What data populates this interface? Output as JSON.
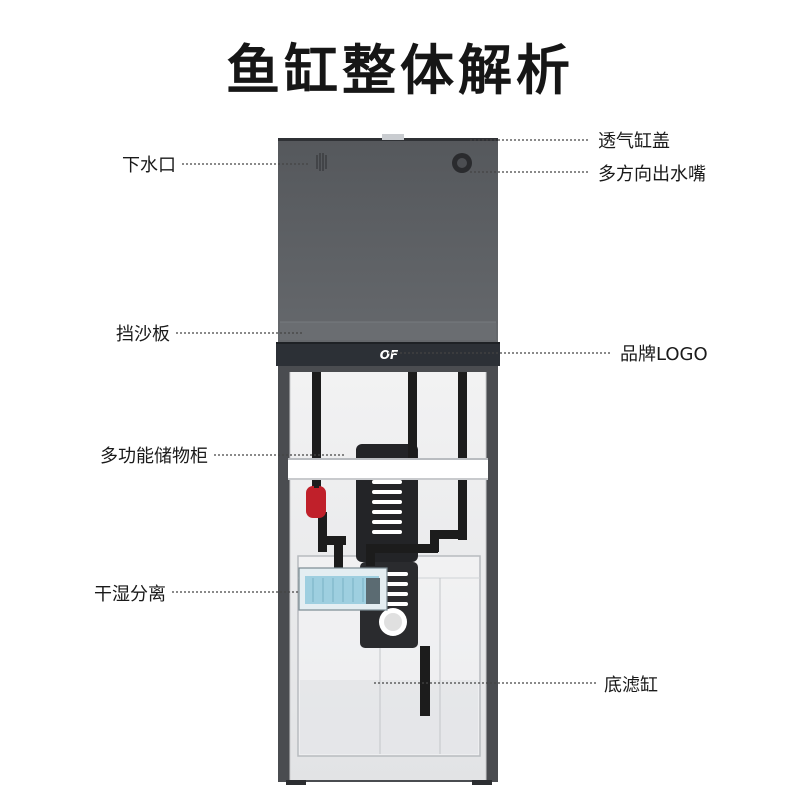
{
  "title": "鱼缸整体解析",
  "callouts": {
    "drain": "下水口",
    "lid": "透气缸盖",
    "nozzle": "多方向出水嘴",
    "sand_guard": "挡沙板",
    "logo": "品牌LOGO",
    "storage": "多功能储物柜",
    "separator": "干湿分离",
    "sump": "底滤缸"
  },
  "product_logo": "OF",
  "colors": {
    "tank_glass": "#5b5d61",
    "cabinet_frame": "#4a4c50",
    "logo_band": "#2c3036",
    "interior": "#e9eaec",
    "pipe": "#1c1c1c",
    "valve": "#c0202a",
    "filter_media": "#9ecfe0"
  }
}
